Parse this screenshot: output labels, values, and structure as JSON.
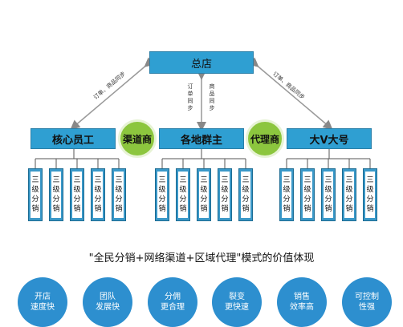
{
  "hq": {
    "label": "总店"
  },
  "arrows": {
    "left_label": "订单、商品同步",
    "right_label": "订单、商品同步",
    "center_left_label": "订单同步",
    "center_right_label": "商品同步"
  },
  "channels": [
    {
      "label": "核心员工"
    },
    {
      "label": "各地群主"
    },
    {
      "label": "大V大号"
    }
  ],
  "circles": [
    {
      "label": "渠道商"
    },
    {
      "label": "代理商"
    }
  ],
  "sub_label": "三级分销",
  "slogan": "\"全民分销+网络渠道+区域代理\"模式的价值体现",
  "benefits": [
    {
      "line1": "开店",
      "line2": "速度快"
    },
    {
      "line1": "团队",
      "line2": "发展快"
    },
    {
      "line1": "分佣",
      "line2": "更合理"
    },
    {
      "line1": "裂变",
      "line2": "更快速"
    },
    {
      "line1": "销售",
      "line2": "效率高"
    },
    {
      "line1": "可控制",
      "line2": "性强"
    }
  ],
  "colors": {
    "primary_blue": "#2f9fd2",
    "accent_green": "#8cc63e",
    "pill_blue": "#2d8fcf"
  }
}
